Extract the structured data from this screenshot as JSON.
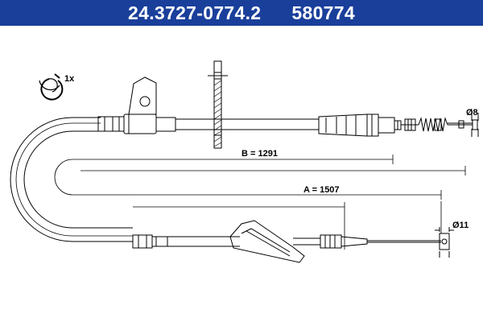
{
  "header": {
    "part_number": "24.3727-0774.2",
    "reference_number": "580774"
  },
  "kit": {
    "clip_quantity": "1x"
  },
  "dimensions": {
    "b_label": "B = 1291",
    "a_label": "A = 1507",
    "end_diameter_label": "Ø8",
    "nipple_diameter_label": "Ø11"
  },
  "colors": {
    "header_background": "#1a3f9b",
    "header_text": "#ffffff",
    "line": "#000000"
  }
}
